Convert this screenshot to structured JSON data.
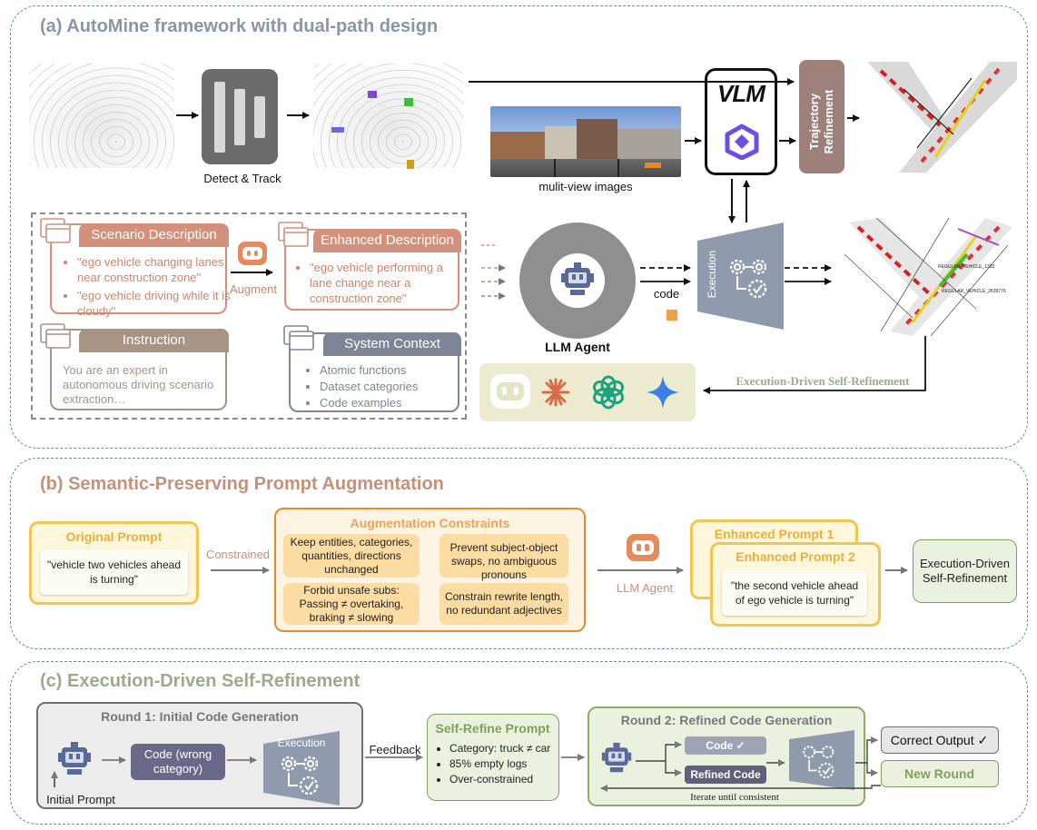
{
  "panel_a": {
    "title": "(a) AutoMine framework with dual-path design",
    "detect_label": "Detect & Track",
    "multiview_label": "mulit-view images",
    "vlm_label": "VLM",
    "trajectory_label": "Trajectory Refinement",
    "scenario": {
      "title": "Scenario Description",
      "items": [
        "\"ego vehicle changing lanes near construction zone\"",
        "\"ego vehicle driving while it is cloudy\""
      ]
    },
    "augment_label": "Augment",
    "enhanced": {
      "title": "Enhanced Description",
      "items": [
        "\"ego vehicle performing a lane change near a construction zone\""
      ]
    },
    "instruction": {
      "title": "Instruction",
      "text": "You are an expert in autonomous driving scenario extraction…"
    },
    "system": {
      "title": "System Context",
      "items": [
        "Atomic functions",
        "Dataset categories",
        "Code examples"
      ]
    },
    "llm_label": "LLM Agent",
    "code_label": "code",
    "execution_label": "Execution",
    "edsr_label": "Execution-Driven Self-Refinement",
    "map_labels": [
      "REGULAR_VEHICLE_1333",
      "REGULAR_VEHICLE_2639776"
    ]
  },
  "panel_b": {
    "title": "(b) Semantic-Preserving Prompt Augmentation",
    "original": {
      "title": "Original Prompt",
      "text": "\"vehicle two vehicles ahead is turning\""
    },
    "constrained_label": "Constrained",
    "constraints": {
      "title": "Augmentation Constraints",
      "items": [
        "Keep entities, categories, quantities, directions unchanged",
        "Prevent subject-object swaps, no ambiguous pronouns",
        "Forbid unsafe subs: Passing ≠ overtaking, braking ≠ slowing",
        "Constrain rewrite length, no redundant adjectives"
      ]
    },
    "llm_label": "LLM Agent",
    "enhanced1_title": "Enhanced Prompt 1",
    "enhanced2": {
      "title": "Enhanced Prompt 2",
      "text": "\"the second vehicle ahead of ego vehicle is turning\""
    },
    "edsr_label": "Execution-Driven Self-Refinement"
  },
  "panel_c": {
    "title": "(c) Execution-Driven Self-Refinement",
    "round1": {
      "title": "Round 1: Initial Code Generation",
      "code_label": "Code (wrong category)",
      "execution_label": "Execution",
      "initial_prompt": "Initial Prompt"
    },
    "feedback_label": "Feedback",
    "self_refine": {
      "title": "Self-Refine Prompt",
      "items": [
        "Category: truck ≠ car",
        "85% empty logs",
        "Over-constrained"
      ]
    },
    "round2": {
      "title": "Round 2: Refined Code Generation",
      "code_ok": "Code ✓",
      "refined_code": "Refined Code",
      "iterate_label": "Iterate until consistent"
    },
    "correct_output": "Correct Output ✓",
    "new_round": "New Round"
  },
  "colors": {
    "panel_a_title": "#8a95a8",
    "panel_b_title": "#c4917a",
    "panel_c_title": "#9aab8a",
    "scenario": "#d3907a",
    "instruction": "#a79482",
    "system": "#7e8597",
    "trajectory": "#9d8079",
    "execution": "#8f9aac",
    "gold": "#e8b038",
    "orange": "#e88a2a",
    "green": "#7fa05a"
  }
}
